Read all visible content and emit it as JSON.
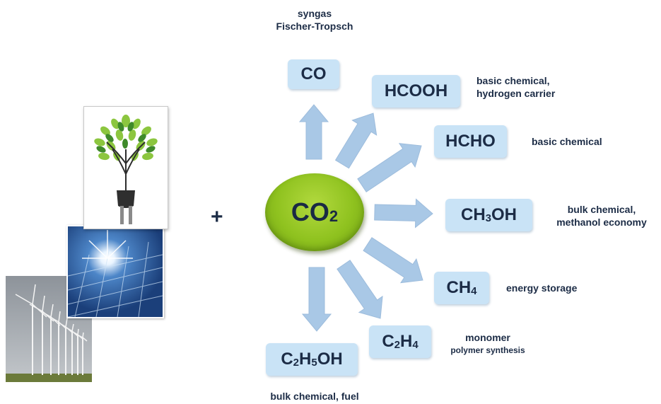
{
  "plus_sign": "+",
  "center": {
    "main": "CO",
    "sub": "2"
  },
  "products": {
    "co": {
      "main": "CO"
    },
    "hcooh": {
      "main": "HCOOH"
    },
    "hcho": {
      "main": "HCHO"
    },
    "methanol": {
      "p1": "CH",
      "s1": "3",
      "p2": "OH"
    },
    "methane": {
      "p1": "CH",
      "s1": "4"
    },
    "ethylene": {
      "p1": "C",
      "s1": "2",
      "p2": "H",
      "s2": "4"
    },
    "ethanol": {
      "p1": "C",
      "s1": "2",
      "p2": "H",
      "s2": "5",
      "p3": "OH"
    }
  },
  "notes": {
    "co_line1": "syngas",
    "co_line2": "Fischer-Tropsch",
    "hcooh_line1": "basic chemical,",
    "hcooh_line2": "hydrogen carrier",
    "hcho_line1": "basic chemical",
    "methanol_line1": "bulk chemical,",
    "methanol_line2": "methanol economy",
    "methane_line1": "energy storage",
    "ethylene_line1": "monomer",
    "ethylene_line2": "polymer synthesis",
    "ethanol_line1": "bulk chemical, fuel"
  },
  "colors": {
    "arrow": "#a9c8e6",
    "box": "#c9e3f6",
    "sphere": "#8fc21f",
    "text": "#1c2c46"
  },
  "images": [
    "tree-plug-icon",
    "solar-panel-photo",
    "wind-turbines-photo"
  ]
}
